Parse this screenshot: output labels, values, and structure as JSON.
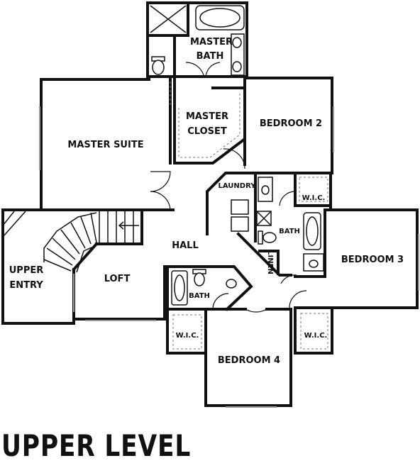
{
  "title": "UPPER LEVEL",
  "rooms": {
    "master_bath": [
      "MASTER",
      "BATH"
    ],
    "master_closet": [
      "MASTER",
      "CLOSET"
    ],
    "master_suite": "MASTER SUITE",
    "bedroom2": "BEDROOM 2",
    "bedroom3": "BEDROOM 3",
    "bedroom4": "BEDROOM 4",
    "laundry": "LAUNDRY",
    "bath_center": "BATH",
    "bath_lower": "BATH",
    "linen": "LINEN",
    "hall": "HALL",
    "loft": "LOFT",
    "upper_entry": [
      "UPPER",
      "ENTRY"
    ],
    "wic": "W.I.C."
  }
}
